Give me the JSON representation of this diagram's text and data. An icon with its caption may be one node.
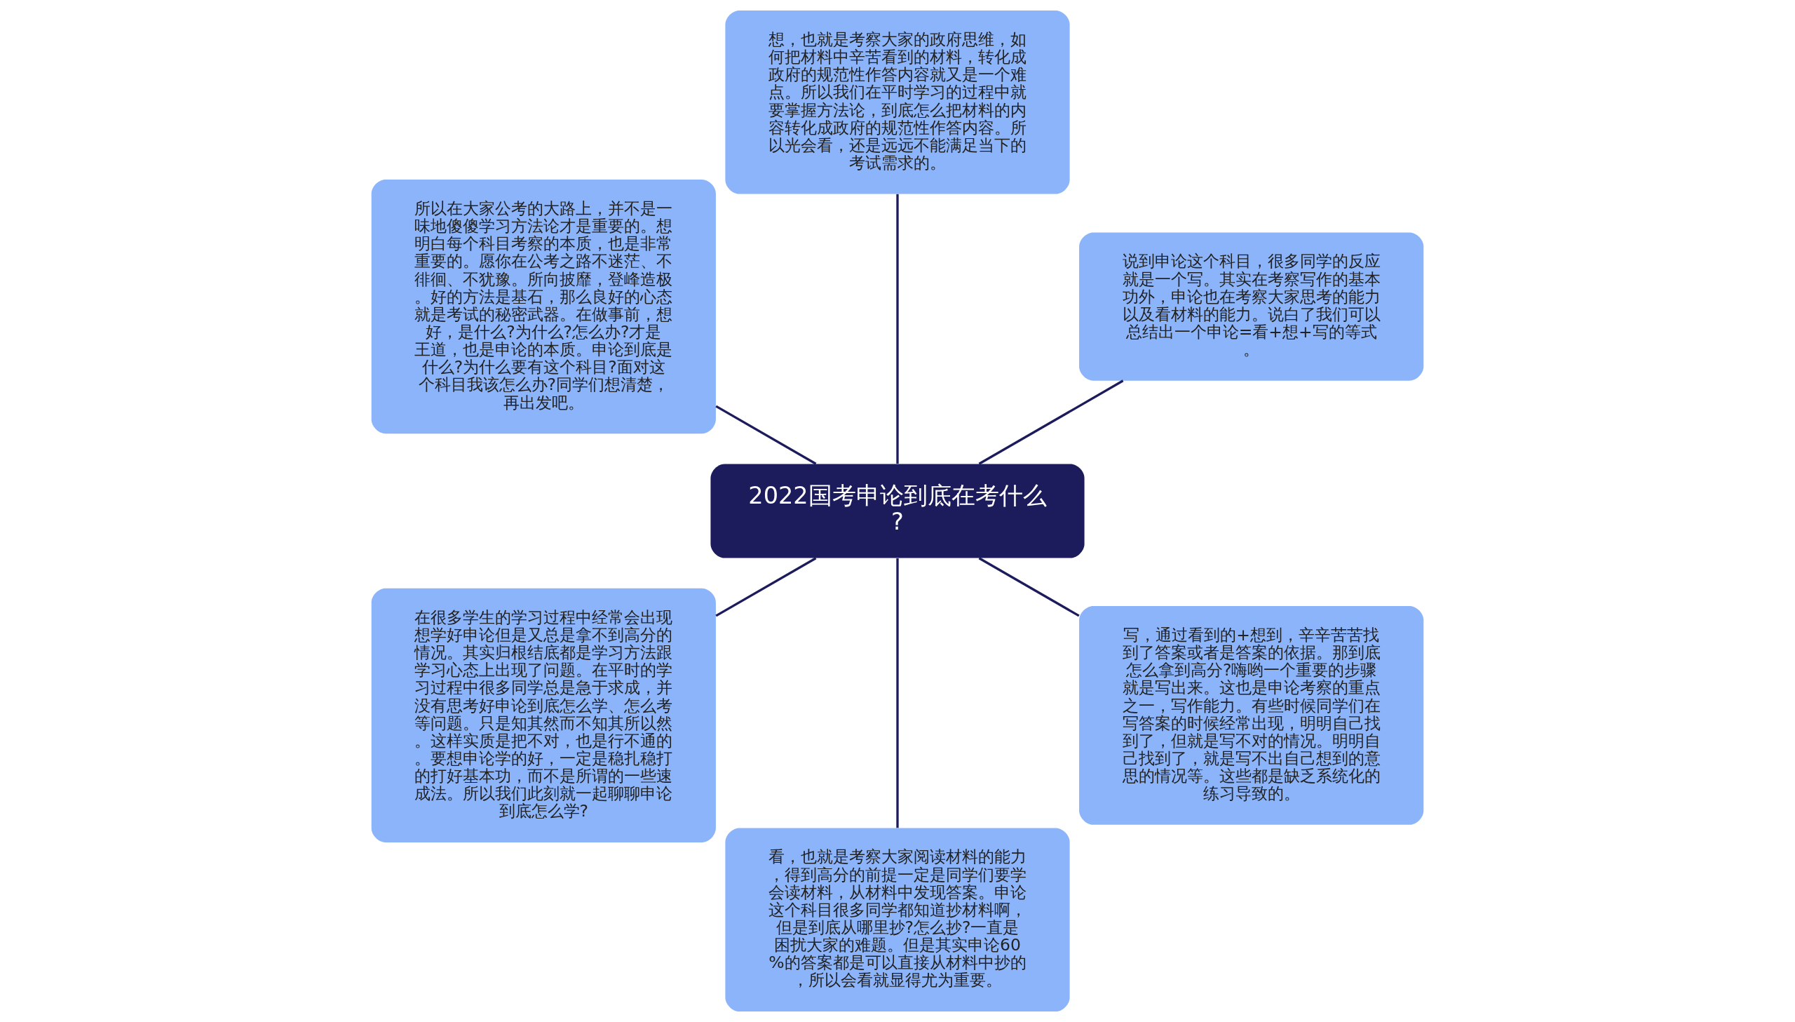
{
  "diagram": {
    "nodes": [
      {
        "text": [
          "2022国考申论到底在考什么?"
        ]
      },
      {
        "text": [
          "说到申论这个科目，很多同学的反应就是一个写。其实在考察写作的基本功外，申论也在考察大家思考的能力以及看材料的能力。说白了我们可以总结出一个申论=看+想+写的等式。"
        ]
      },
      {
        "text": [
          "想，也就是考察大家的政府思维，如何把材料中辛苦看到的材料，转化成政府的规范性作答内容就又是一个难点。所以我们在平时学习的过程中就要掌握方法论，到底怎么把材料的内容转化成政府的规范性作答内容。所以光会看，还是远远不能满足当下的考试需求的。"
        ]
      },
      {
        "text": [
          "所以在大家公考的大路上，并不是一味地傻傻学习方法论才是重要的。想明白每个科目考察的本质，也是非常重要的。愿你在公考之路不迷茫、不徘徊、不犹豫。所向披靡，登峰造极。好的方法是基石，那么良好的心态就是考试的秘密武器。在做事前，想好，是什么?为什么?怎么办?才是王道，也是申论的本质。申论到底是什么?为什么要有这个科目?面对这个科目我该怎么办?同学们想清楚，再出发吧。"
        ]
      },
      {
        "text": [
          "在很多学生的学习过程中经常会出现想学好申论但是又总是拿不到高分的情况。其实归根结底都是学习方法跟学习心态上出现了问题。在平时的学习过程中很多同学总是急于求成，并没有思考好申论到底怎么学、怎么考等问题。只是知其然而不知其所以然。这样实质是把不对，也是行不通的。要想申论学的好，一定是稳扎稳打的打好基本功，而不是所谓的一些速成法。所以我们此刻就一起聊聊申论到底怎么学?"
        ]
      },
      {
        "text": [
          "看，也就是考察大家阅读材料的能力，得到高分的前提一定是同学们要学会读材料，从材料中发现答案。申论这个科目很多同学都知道抄材料啊，但是到底从哪里抄?怎么抄?一直是困扰大家的难题。但是其实申论60%的答案都是可以直接从材料中抄的，所以会看就显得尤为重要。"
        ]
      },
      {
        "text": [
          "写，通过看到的+想到，辛辛苦苦找到了答案或者是答案的依据。那到底怎么拿到高分?嗨哟一个重要的步骤就是写出来。这也是申论考察的重点之一，写作能力。有些时候同学们在写答案的时候经常出现，明明自己找到了，但就是写不对的情况。明明自己找到了，就是写不出自己想到的意思的情况等。这些都是缺乏系统化的练习导致的。"
        ]
      }
    ],
    "edges": [
      {
        "from": 0,
        "to": 1,
        "arrow": "none"
      },
      {
        "from": 0,
        "to": 2,
        "arrow": "none"
      },
      {
        "from": 0,
        "to": 3,
        "arrow": "none"
      },
      {
        "from": 0,
        "to": 4,
        "arrow": "none"
      },
      {
        "from": 0,
        "to": 5,
        "arrow": "none"
      },
      {
        "from": 0,
        "to": 6,
        "arrow": "none"
      }
    ]
  }
}
